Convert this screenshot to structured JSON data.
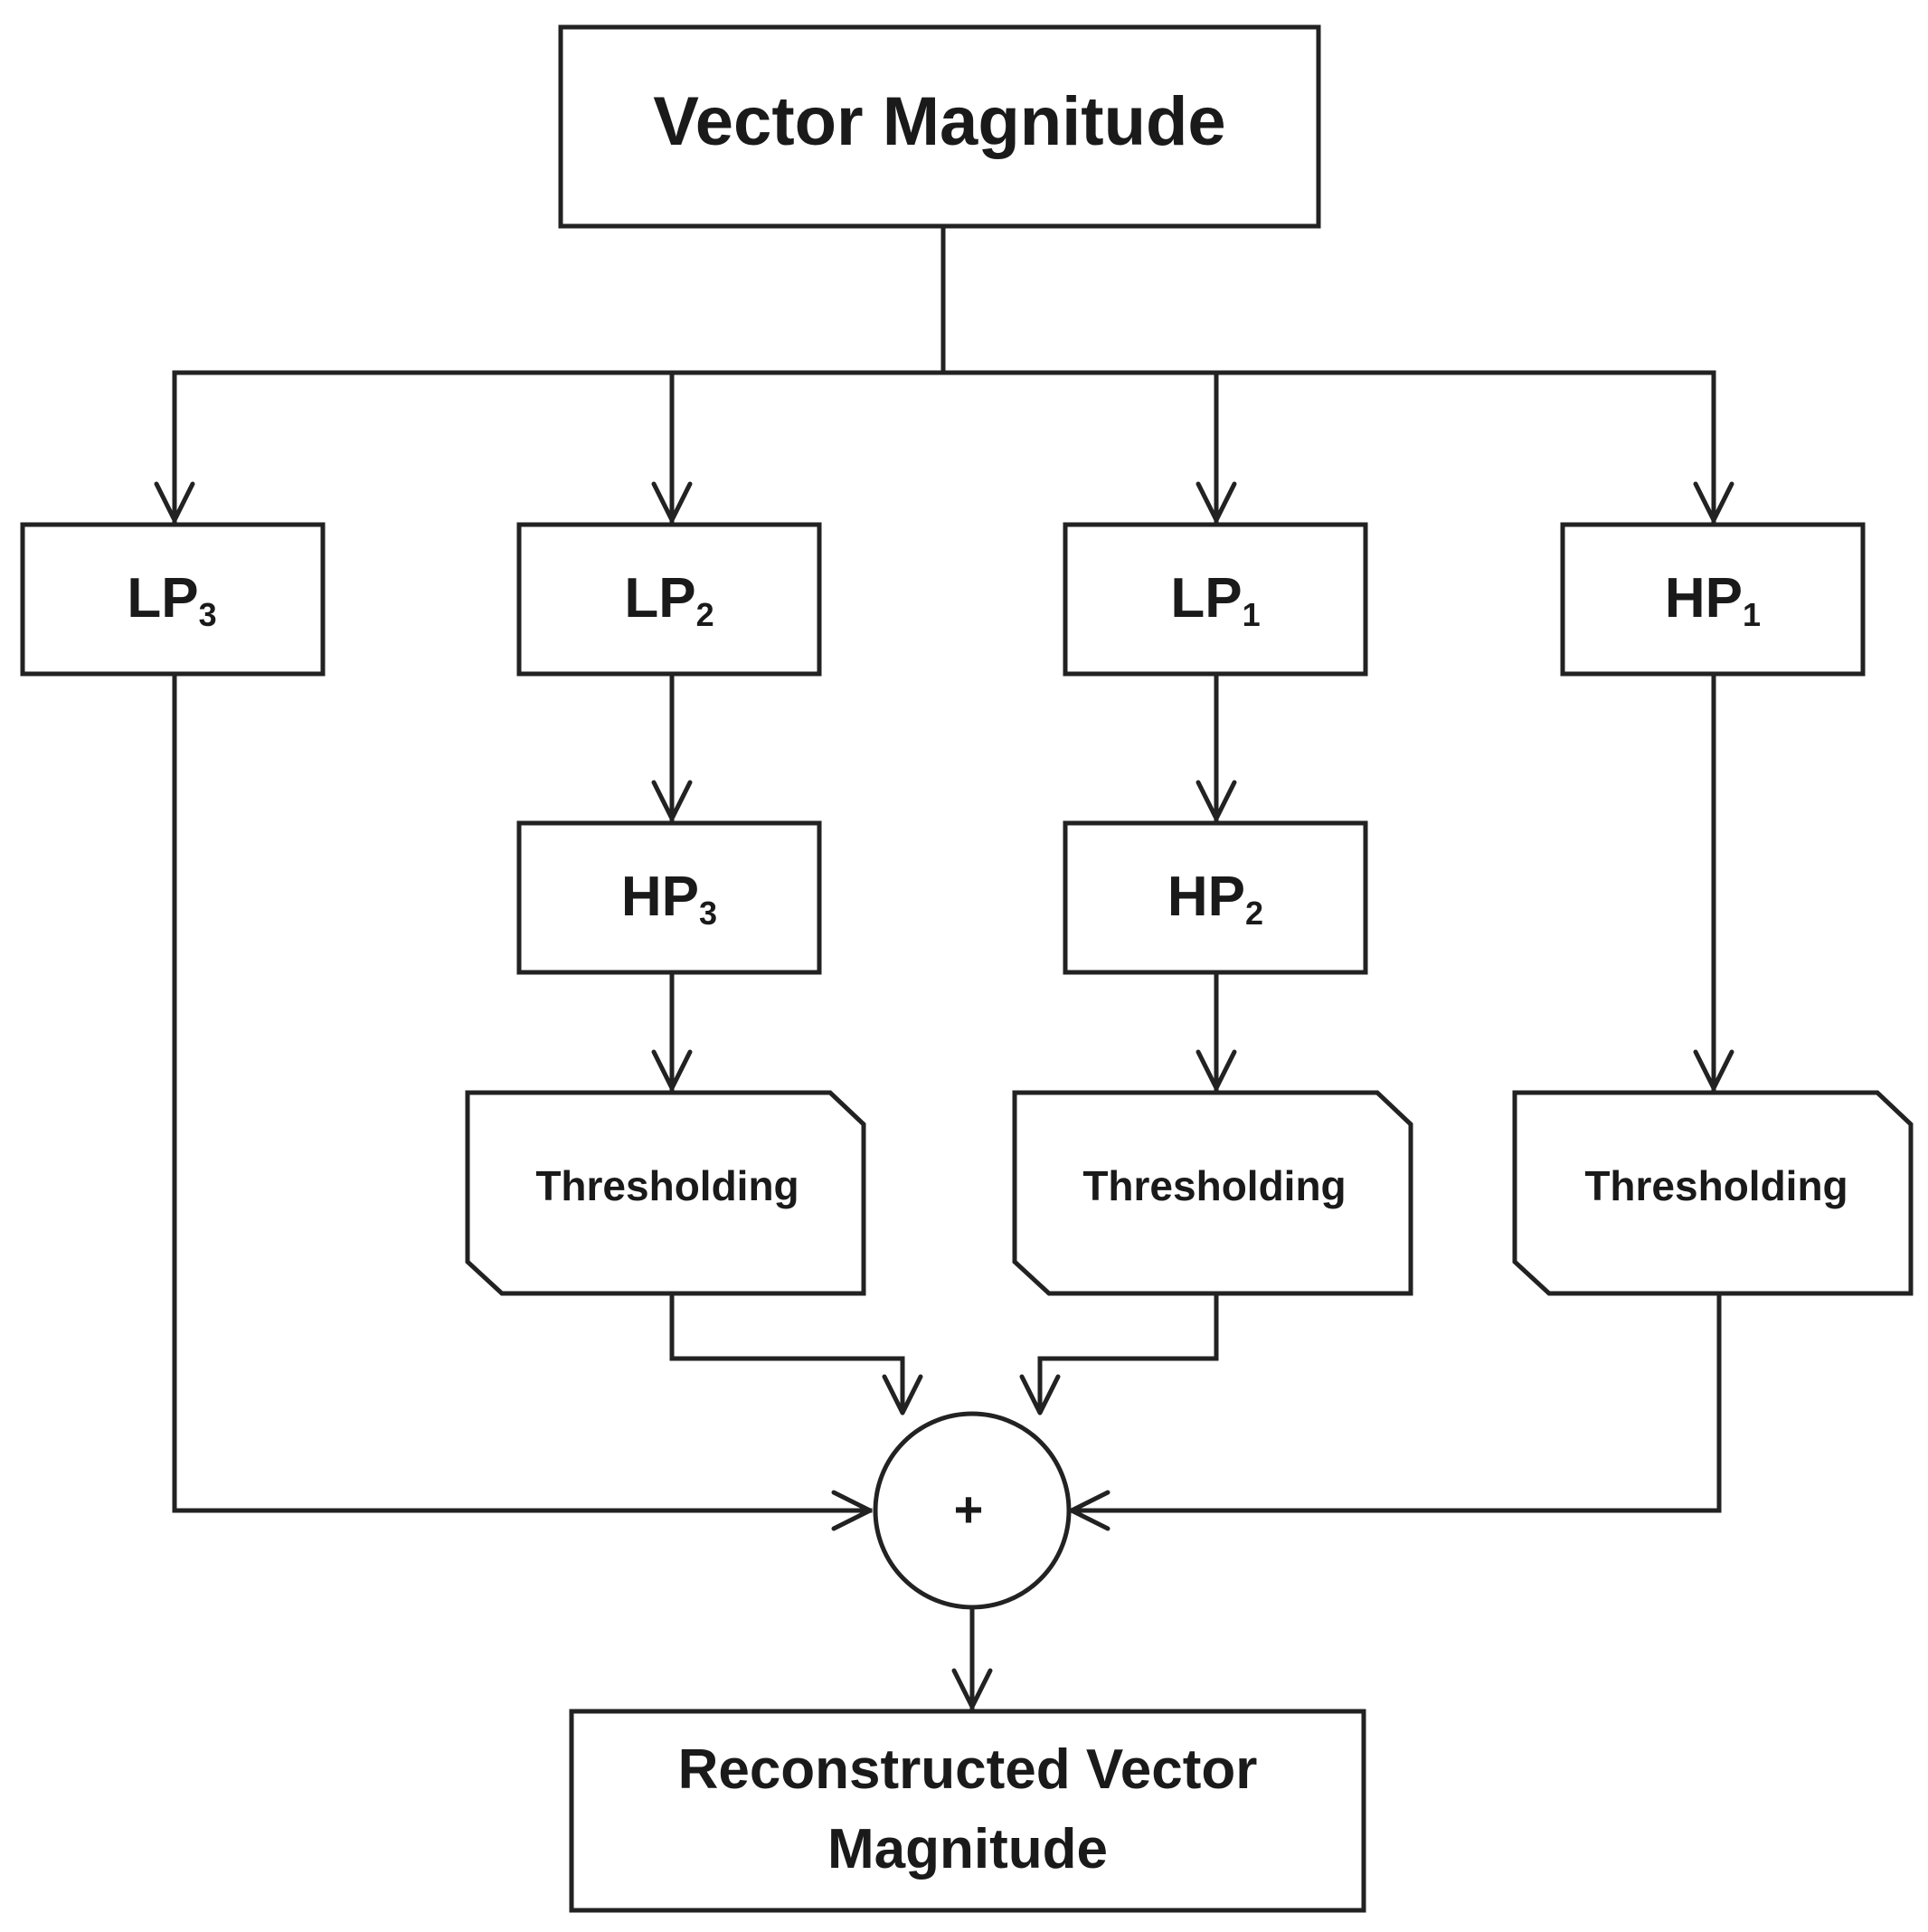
{
  "nodes": {
    "source": {
      "label": "Vector Magnitude"
    },
    "lp3": {
      "base": "LP",
      "sub": "3"
    },
    "lp2": {
      "base": "LP",
      "sub": "2"
    },
    "lp1": {
      "base": "LP",
      "sub": "1"
    },
    "hp1": {
      "base": "HP",
      "sub": "1"
    },
    "hp3": {
      "base": "HP",
      "sub": "3"
    },
    "hp2": {
      "base": "HP",
      "sub": "2"
    },
    "thr_a": {
      "label": "Thresholding"
    },
    "thr_b": {
      "label": "Thresholding"
    },
    "thr_c": {
      "label": "Thresholding"
    },
    "sum": {
      "label": "+"
    },
    "output": {
      "line1": "Reconstructed Vector",
      "line2": "Magnitude"
    }
  },
  "edges": [
    [
      "source",
      "lp3"
    ],
    [
      "source",
      "lp2"
    ],
    [
      "source",
      "lp1"
    ],
    [
      "source",
      "hp1"
    ],
    [
      "lp2",
      "hp3"
    ],
    [
      "lp1",
      "hp2"
    ],
    [
      "hp3",
      "thr_a"
    ],
    [
      "hp2",
      "thr_b"
    ],
    [
      "hp1",
      "thr_c"
    ],
    [
      "lp3",
      "sum"
    ],
    [
      "thr_a",
      "sum"
    ],
    [
      "thr_b",
      "sum"
    ],
    [
      "thr_c",
      "sum"
    ],
    [
      "sum",
      "output"
    ]
  ]
}
